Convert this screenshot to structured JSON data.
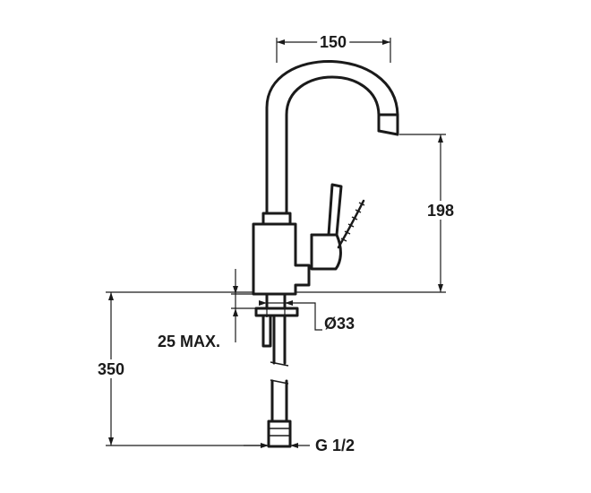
{
  "dimensions": {
    "spout_reach": "150",
    "spout_height": "198",
    "max_deck_thickness": "25 MAX.",
    "hole_diameter": "Ø33",
    "total_height": "350",
    "thread": "G 1/2"
  },
  "colors": {
    "ink": "#1a1a1a",
    "background": "#ffffff"
  }
}
